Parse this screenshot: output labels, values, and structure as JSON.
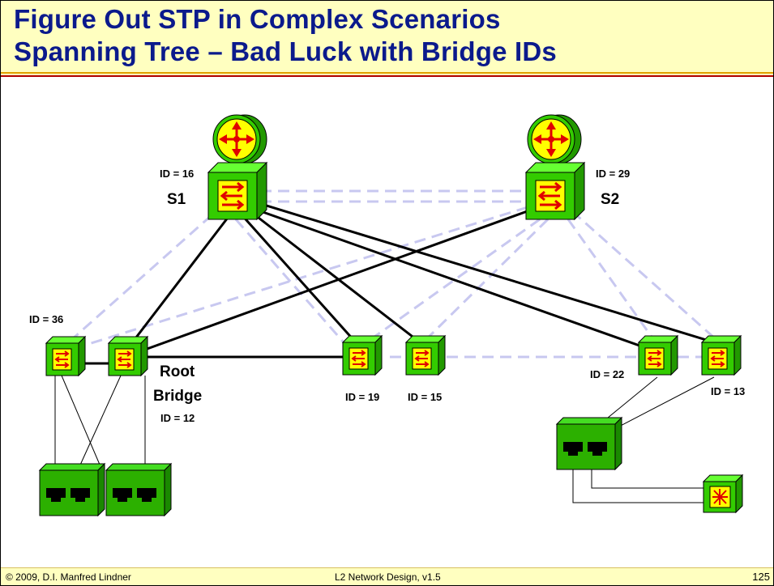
{
  "title": {
    "line1": "Figure Out STP in Complex Scenarios",
    "line2": "Spanning Tree – Bad Luck with Bridge IDs"
  },
  "footer": {
    "copyright": "© 2009, D.I. Manfred Lindner",
    "course": "L2 Network Design, v1.5",
    "page": "125"
  },
  "labels": {
    "s1_name": "S1",
    "s2_name": "S2",
    "s1_id": "ID = 16",
    "s2_id": "ID = 29",
    "a1_id": "ID = 36",
    "root_line1": "Root",
    "root_line2": "Bridge",
    "a2_id": "ID = 12",
    "a3_id": "ID = 19",
    "a4_id": "ID = 15",
    "a5_id": "ID = 22",
    "a6_id": "ID = 13"
  },
  "colors": {
    "title": "#0b1a8c",
    "header_bg": "#ffffc0",
    "switch_green": "#33cc00",
    "switch_face": "#ffff00",
    "arrow_red": "#e00000",
    "blocked_link": "#c8c8f0",
    "active_link": "#000000"
  }
}
